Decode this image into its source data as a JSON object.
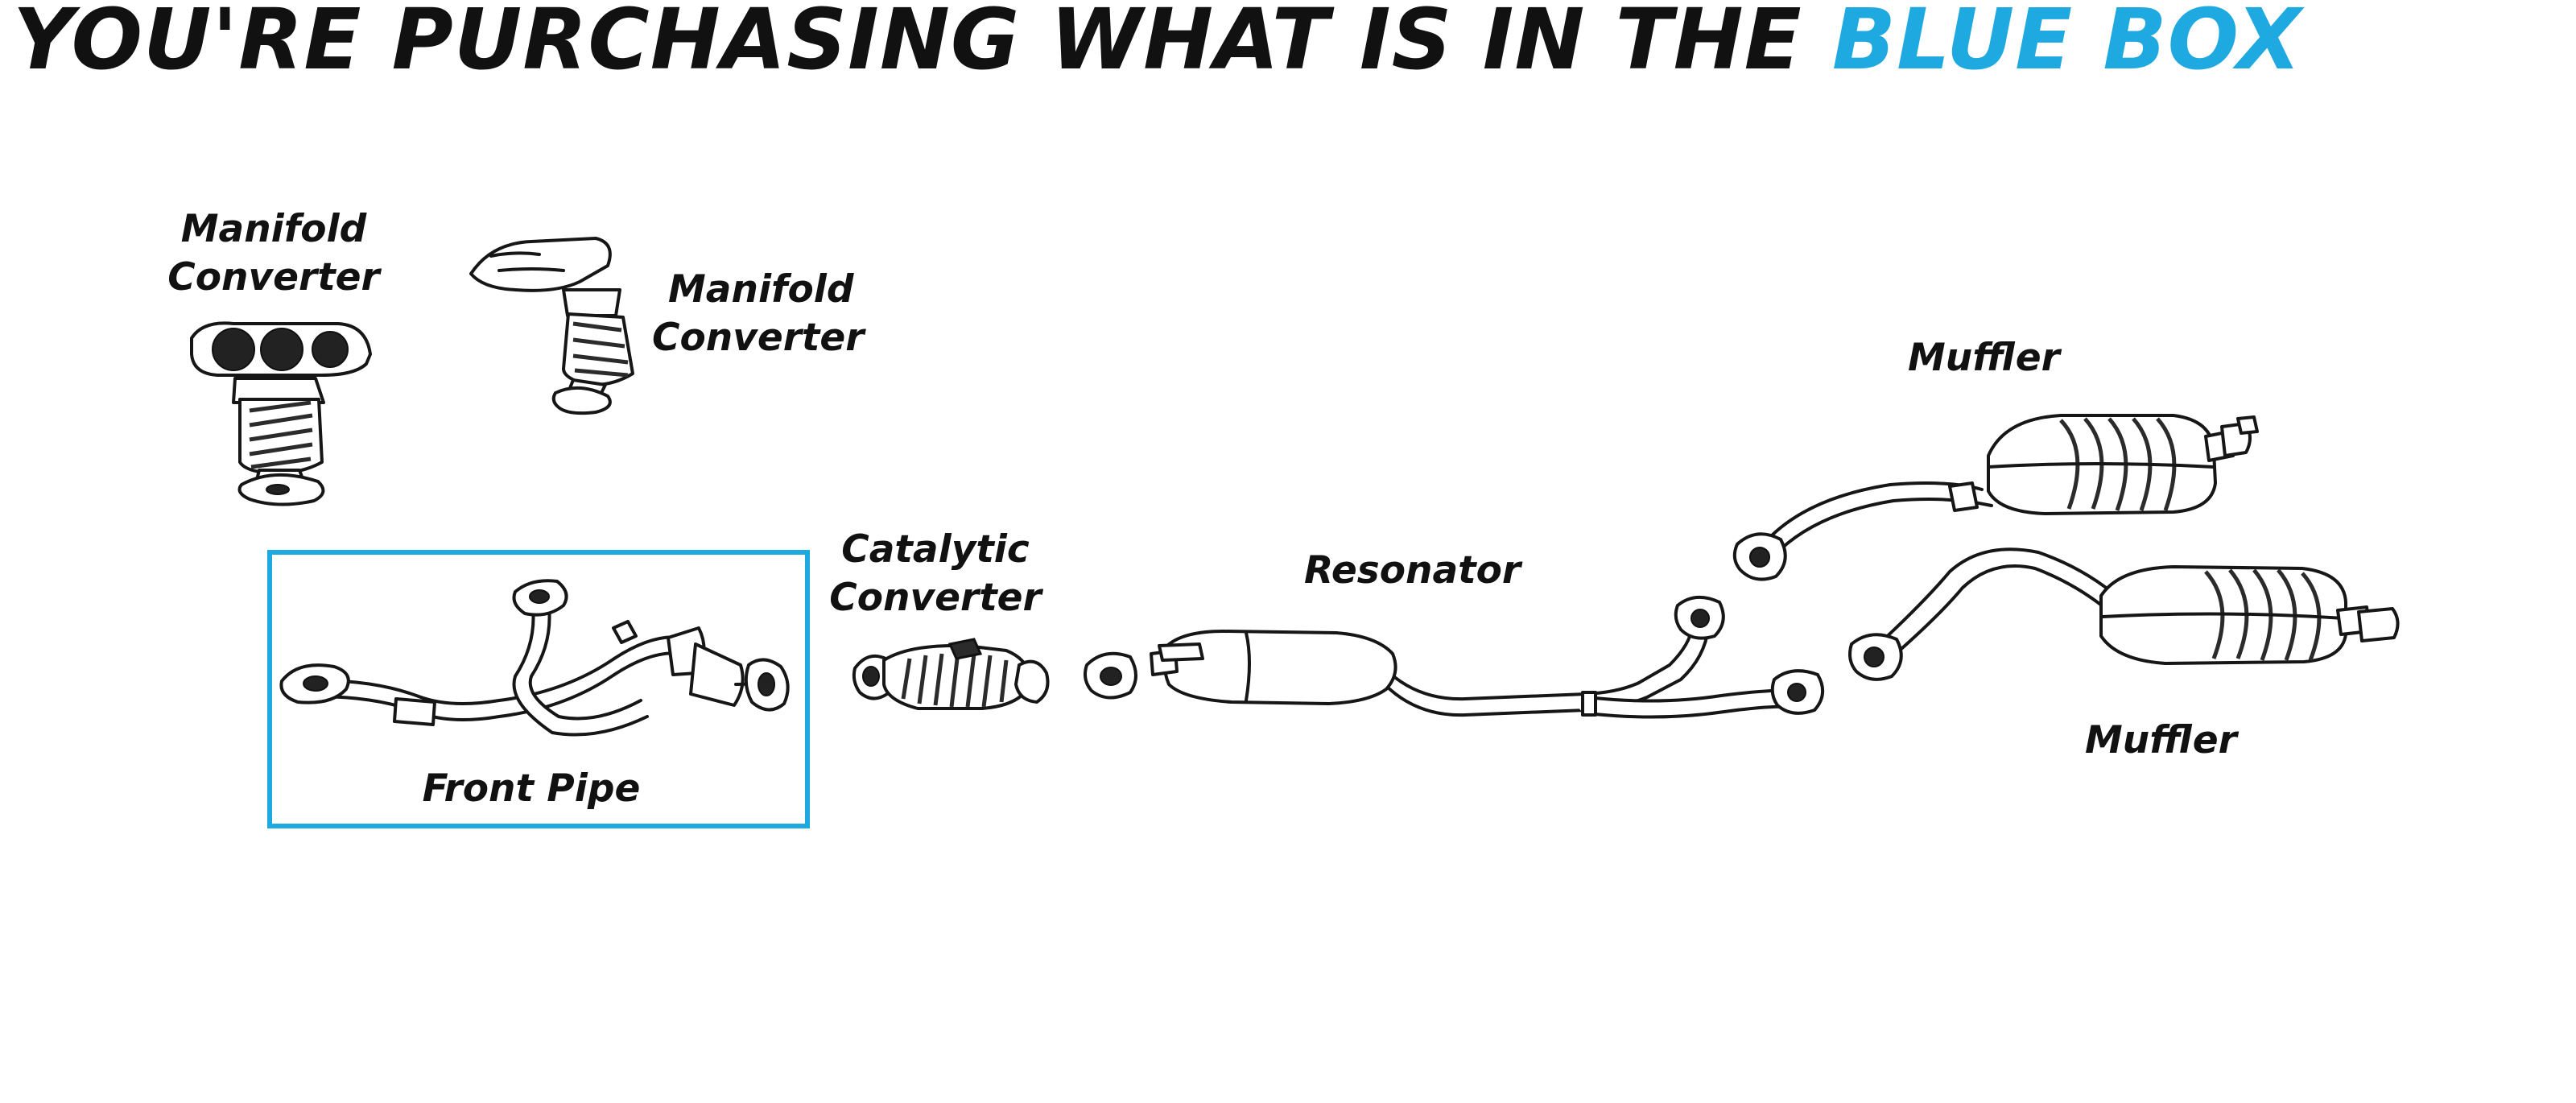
{
  "header": {
    "text_prefix": "YOU'RE PURCHASING WHAT IS IN THE ",
    "text_accent": "BLUE BOX"
  },
  "colors": {
    "accent": "#1fa9e1",
    "text": "#111111",
    "background": "#ffffff"
  },
  "diagram": {
    "labels": {
      "manifold_converter_left_line1": "Manifold",
      "manifold_converter_left_line2": "Converter",
      "manifold_converter_right_line1": "Manifold",
      "manifold_converter_right_line2": "Converter",
      "catalytic_converter_line1": "Catalytic",
      "catalytic_converter_line2": "Converter",
      "resonator": "Resonator",
      "muffler_top": "Muffler",
      "muffler_bottom": "Muffler",
      "front_pipe": "Front Pipe"
    },
    "highlighted_part": "Front Pipe"
  }
}
